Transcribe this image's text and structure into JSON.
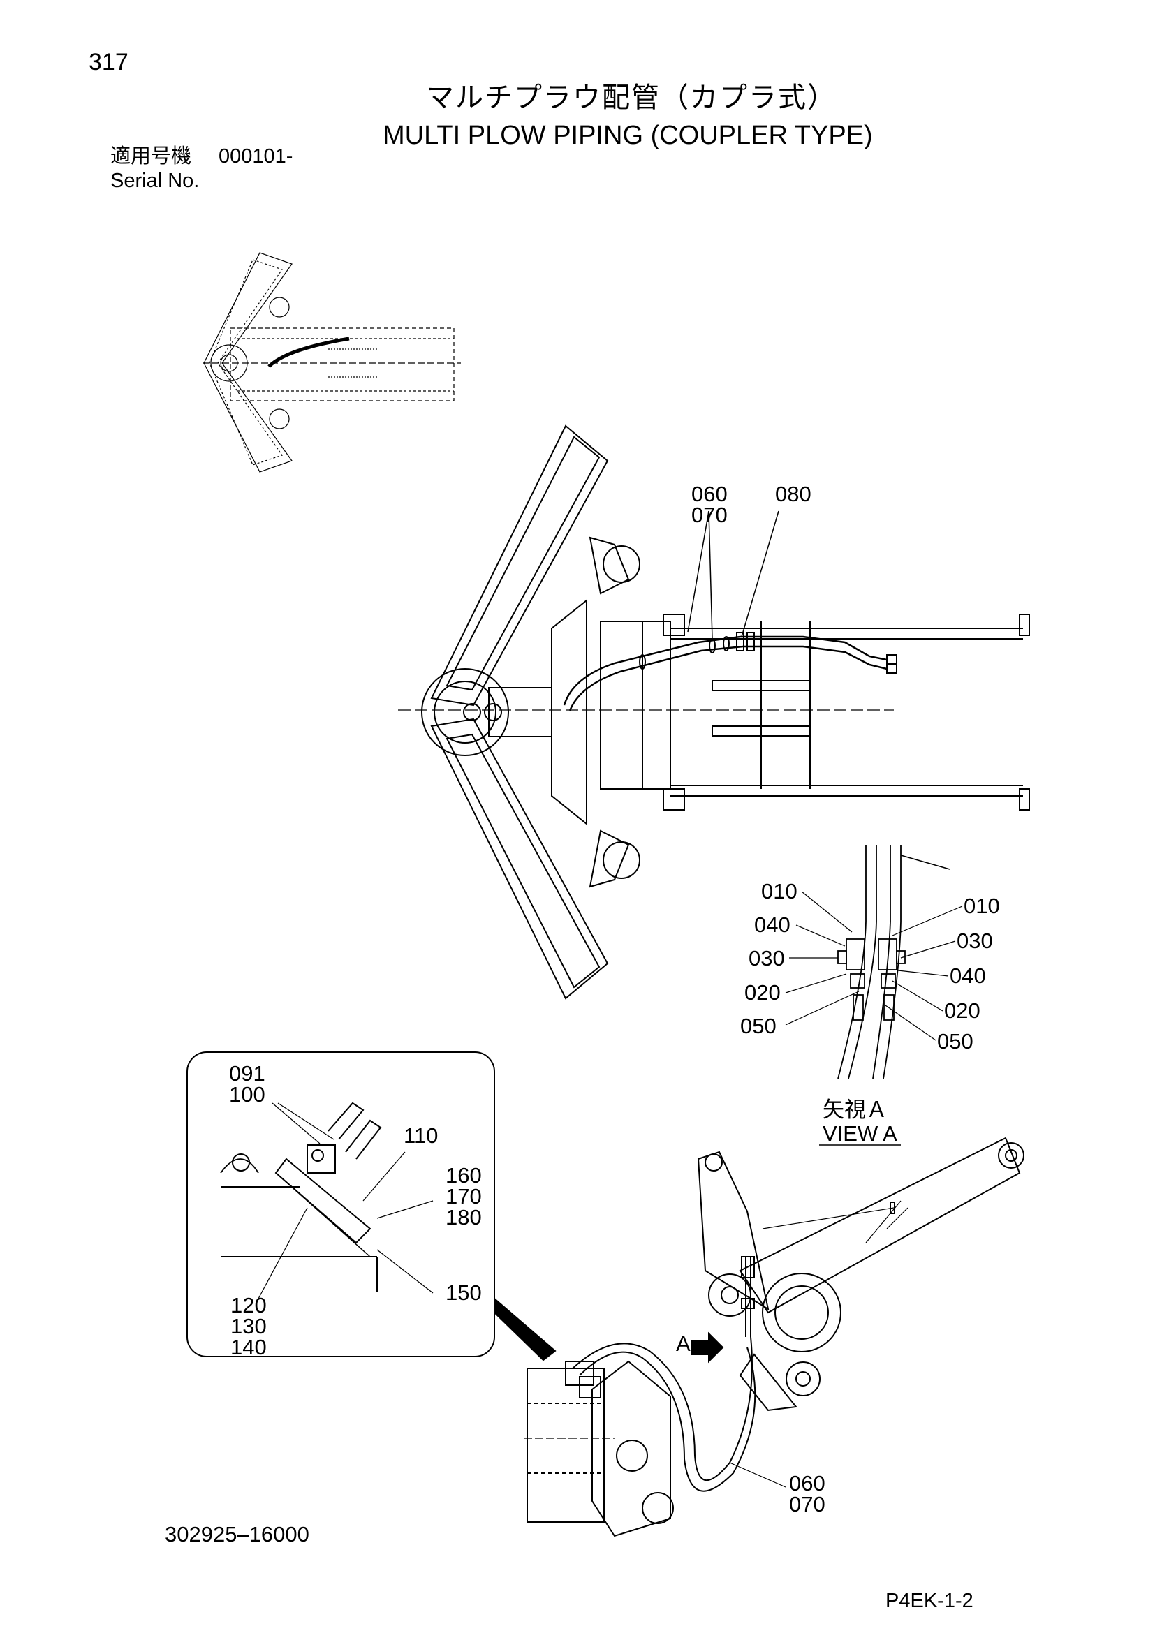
{
  "page": {
    "number": "317"
  },
  "title": {
    "japanese": "マルチプラウ配管（カプラ式）",
    "english": "MULTI PLOW PIPING (COUPLER TYPE)"
  },
  "serial": {
    "label_jp": "適用号機",
    "value": "000101-",
    "label_en": "Serial No."
  },
  "callouts": {
    "top_060_070": [
      "060",
      "070"
    ],
    "top_080": "080",
    "view_a": {
      "left": [
        "010",
        "040",
        "030",
        "020",
        "050"
      ],
      "right": [
        "010",
        "030",
        "040",
        "020",
        "050"
      ],
      "label_jp": "矢視Ａ",
      "label_en": "VIEW A"
    },
    "detail": {
      "c091_100": [
        "091",
        "100"
      ],
      "c110": "110",
      "c160_170_180": [
        "160",
        "170",
        "180"
      ],
      "c120_130_140": [
        "120",
        "130",
        "140"
      ],
      "c150": "150"
    },
    "arrow_a": "A",
    "bottom_060_070": [
      "060",
      "070"
    ]
  },
  "footer": {
    "drawing_number": "302925–16000",
    "sheet_code": "P4EK-1-2"
  }
}
